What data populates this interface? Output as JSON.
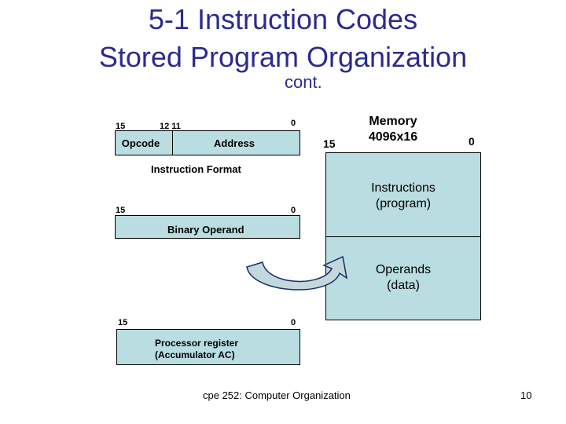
{
  "title": {
    "line1": "5-1 Instruction Codes",
    "line2": "Stored Program Organization",
    "line3": "cont."
  },
  "instruction_format": {
    "bit_15": "15",
    "bit_12_11": "12 11",
    "bit_0": "0",
    "opcode": "Opcode",
    "address": "Address",
    "caption": "Instruction Format"
  },
  "binary_operand": {
    "bit_15": "15",
    "bit_0": "0",
    "caption": "Binary Operand"
  },
  "processor_register": {
    "bit_15": "15",
    "bit_0": "0",
    "label_line1": "Processor register",
    "label_line2": "(Accumulator AC)"
  },
  "memory": {
    "heading_line1": "Memory",
    "heading_line2": "4096x16",
    "bit_15": "15",
    "bit_0": "0",
    "instructions_line1": "Instructions",
    "instructions_line2": "(program)",
    "operands_line1": "Operands",
    "operands_line2": "(data)"
  },
  "footer": {
    "course": "cpe 252: Computer Organization",
    "page_number": "10"
  },
  "colors": {
    "box_fill": "#b9dde0",
    "title": "#2b2b8f",
    "arrow_fill": "#c3d8dc"
  }
}
